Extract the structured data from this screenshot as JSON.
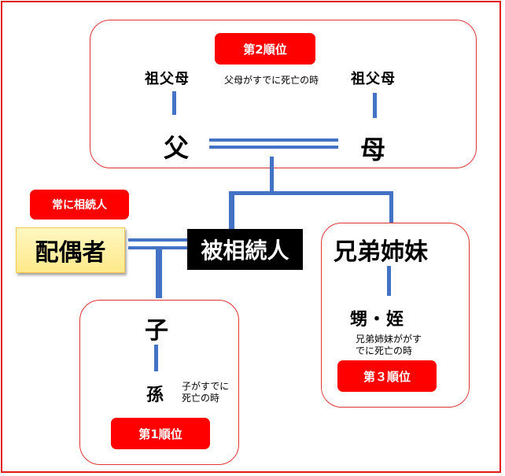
{
  "parents_group": {
    "rank_badge": "第2順位",
    "grandparent_left": "祖父母",
    "grandparent_right": "祖父母",
    "note": "父母がすでに死亡の時",
    "father": "父",
    "mother": "母"
  },
  "spouse_group": {
    "always_badge": "常に相続人",
    "spouse": "配偶者",
    "decedent": "被相続人"
  },
  "siblings_group": {
    "siblings": "兄弟姉妹",
    "nephew_niece": "甥・姪",
    "note_line1": "兄弟姉妹ががす",
    "note_line2": "でに死亡の時",
    "rank_badge": "第３順位"
  },
  "children_group": {
    "child": "子",
    "grandchild": "孫",
    "note_line1": "子がすでに",
    "note_line2": "死亡の時",
    "rank_badge": "第1順位"
  },
  "colors": {
    "accent_red": "#ff0000",
    "line_blue": "#4472c4",
    "border_red": "#e03333"
  }
}
